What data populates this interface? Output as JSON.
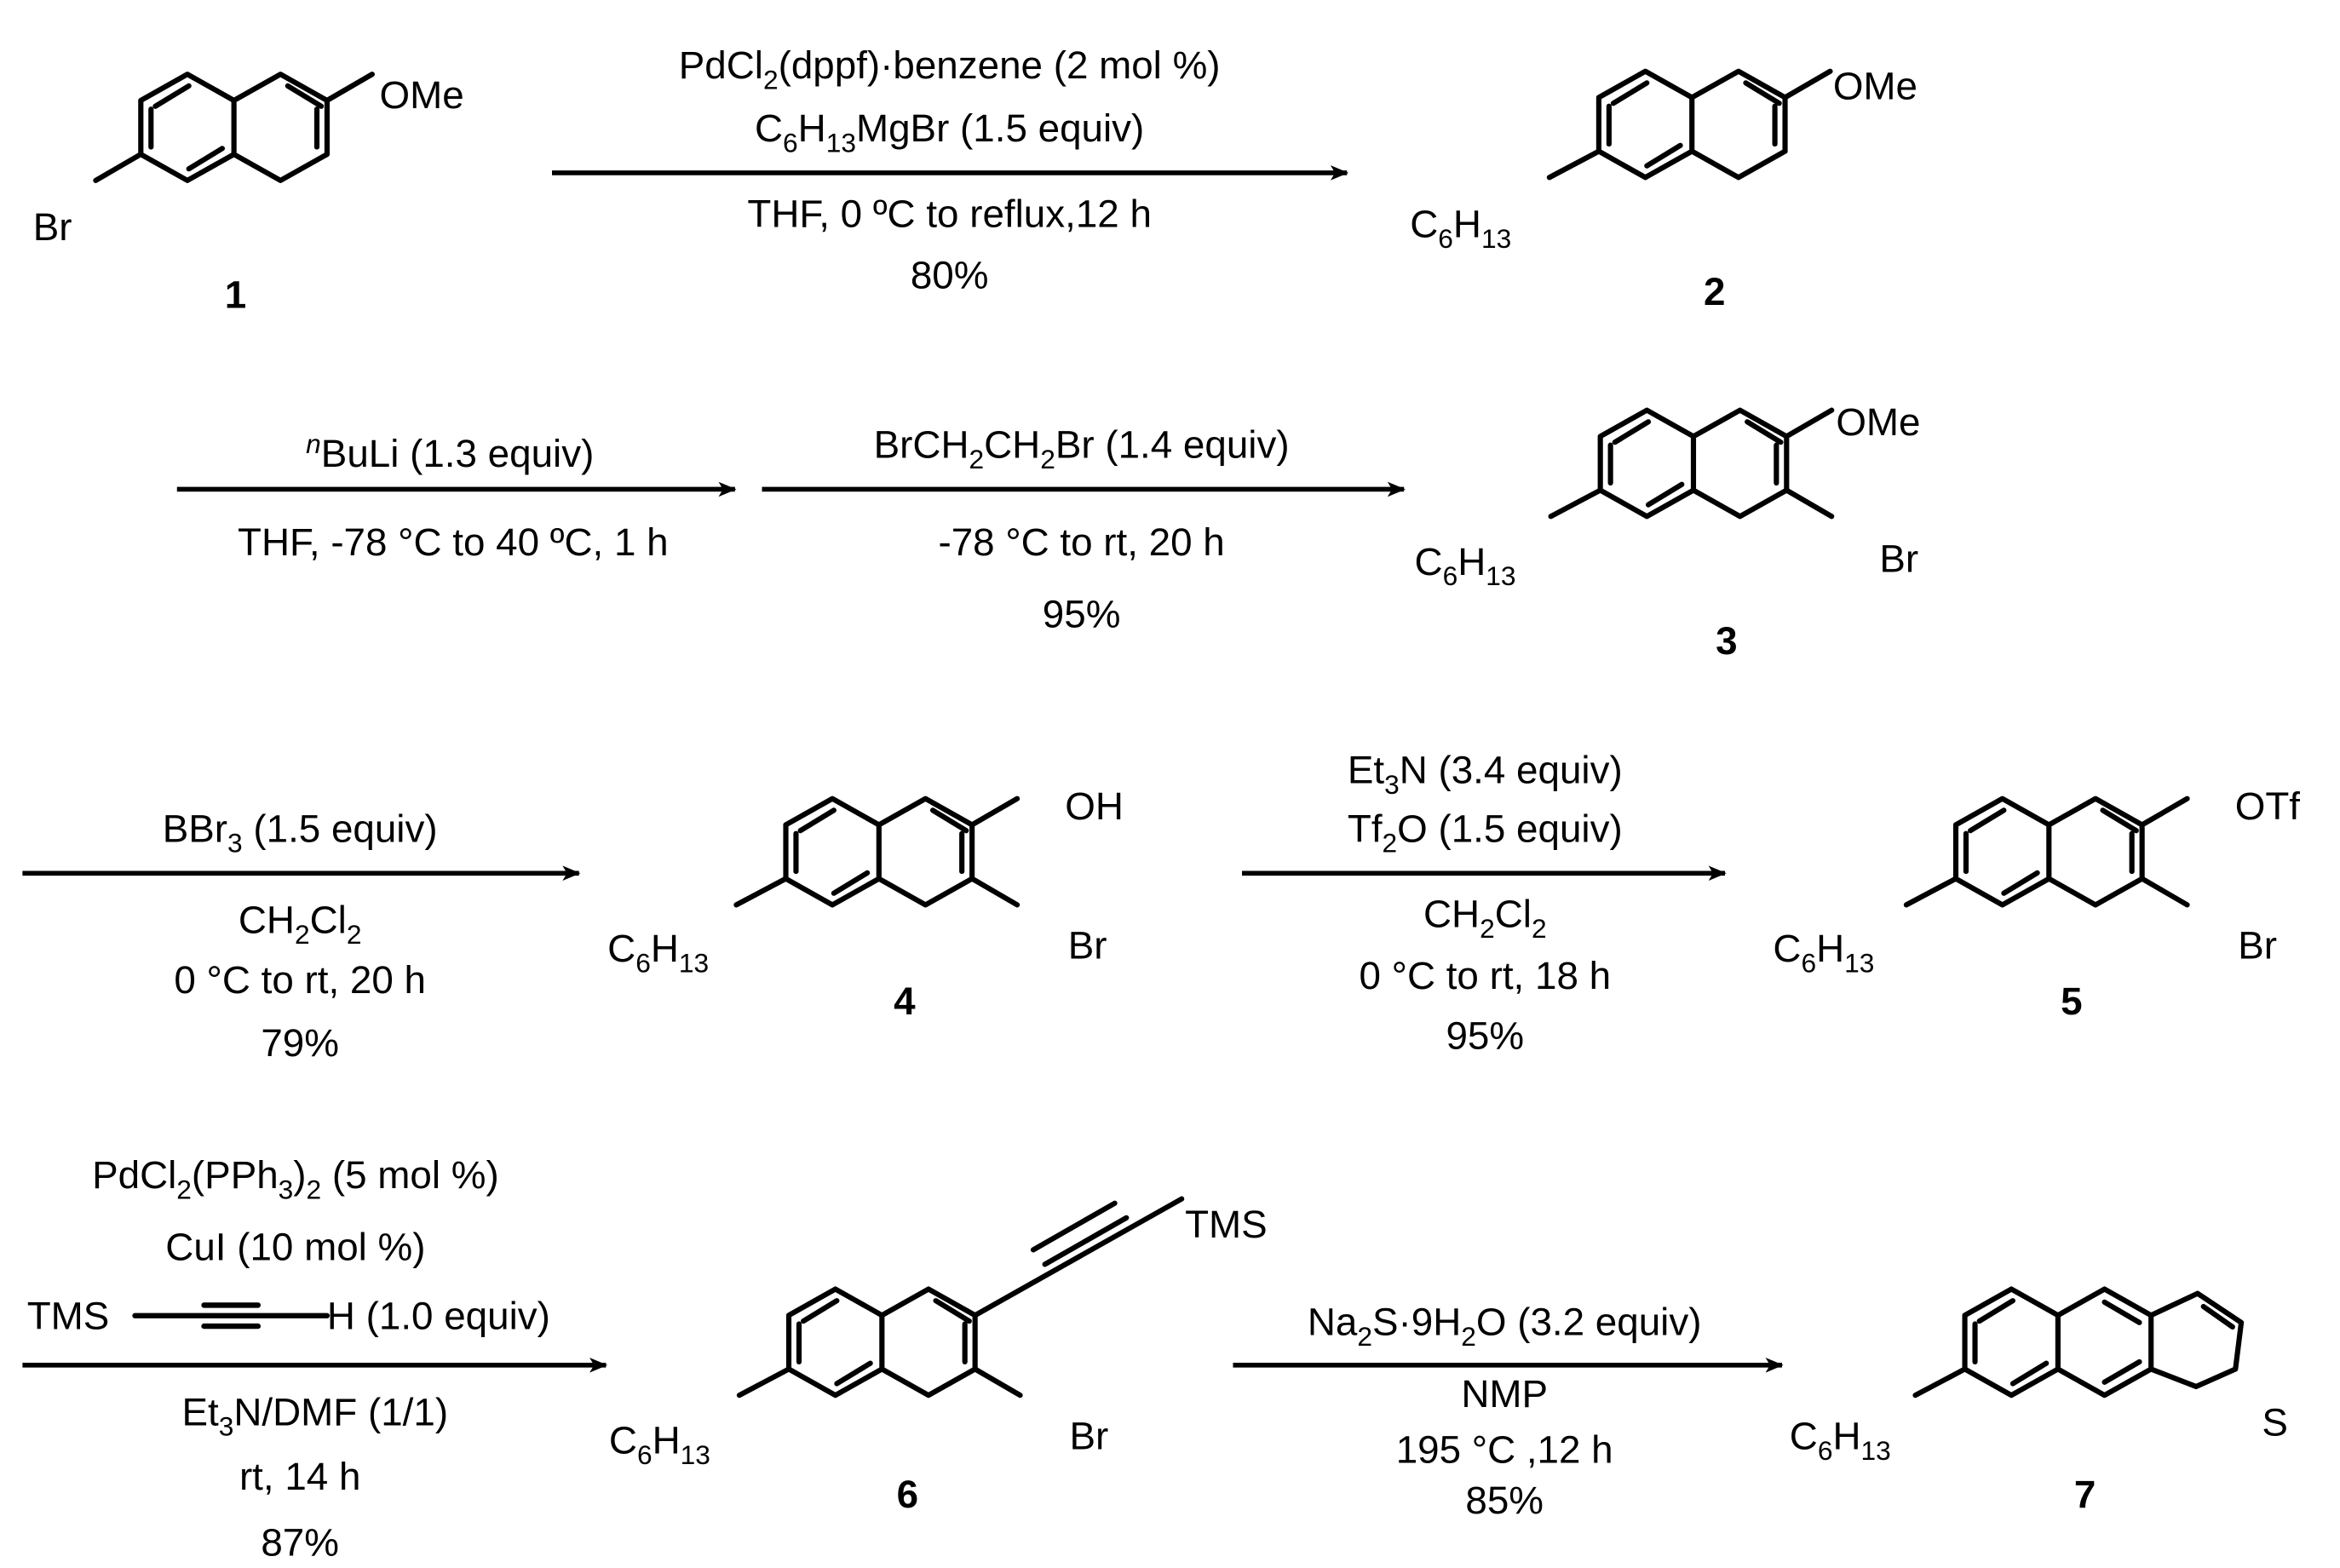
{
  "compounds": [
    {
      "id": "1",
      "substituents": [
        "OMe",
        "Br"
      ]
    },
    {
      "id": "2",
      "substituents": [
        "OMe",
        "C6H13"
      ]
    },
    {
      "id": "3",
      "substituents": [
        "OMe",
        "Br",
        "C6H13"
      ]
    },
    {
      "id": "4",
      "substituents": [
        "OH",
        "Br",
        "C6H13"
      ]
    },
    {
      "id": "5",
      "substituents": [
        "OTf",
        "Br",
        "C6H13"
      ]
    },
    {
      "id": "6",
      "substituents": [
        "TMS",
        "Br",
        "C6H13"
      ]
    },
    {
      "id": "7",
      "substituents": [
        "S",
        "C6H13"
      ]
    }
  ],
  "steps": [
    {
      "from": "1",
      "to": "2",
      "above": [
        "PdCl2(dppf)·benzene (2 mol %)",
        "C6H13MgBr (1.5 equiv)"
      ],
      "below": [
        "THF, 0 ºC to reflux,12 h",
        "80%"
      ]
    },
    {
      "from": "2",
      "to": "intermediate",
      "above": [
        "nBuLi (1.3 equiv)"
      ],
      "below": [
        "THF, -78 °C to 40 ºC, 1 h"
      ]
    },
    {
      "from": "intermediate",
      "to": "3",
      "above": [
        "BrCH2CH2Br (1.4 equiv)"
      ],
      "below": [
        "-78 °C to rt, 20 h",
        "95%"
      ]
    },
    {
      "from": "3",
      "to": "4",
      "above": [
        "BBr3 (1.5 equiv)"
      ],
      "below": [
        "CH2Cl2",
        "0 °C to rt, 20 h",
        "79%"
      ]
    },
    {
      "from": "4",
      "to": "5",
      "above": [
        "Et3N (3.4 equiv)",
        "Tf2O (1.5 equiv)"
      ],
      "below": [
        "CH2Cl2",
        "0 °C to rt, 18 h",
        "95%"
      ]
    },
    {
      "from": "5",
      "to": "6",
      "above": [
        "PdCl2(PPh3)2 (5 mol %)",
        "CuI (10 mol %)",
        "TMS—≡—H (1.0 equiv)"
      ],
      "below": [
        "Et3N/DMF (1/1)",
        "rt, 14 h",
        "87%"
      ]
    },
    {
      "from": "6",
      "to": "7",
      "above": [
        "Na2S·9H2O (3.2 equiv)"
      ],
      "below": [
        "NMP",
        "195 °C ,12 h",
        "85%"
      ]
    }
  ]
}
